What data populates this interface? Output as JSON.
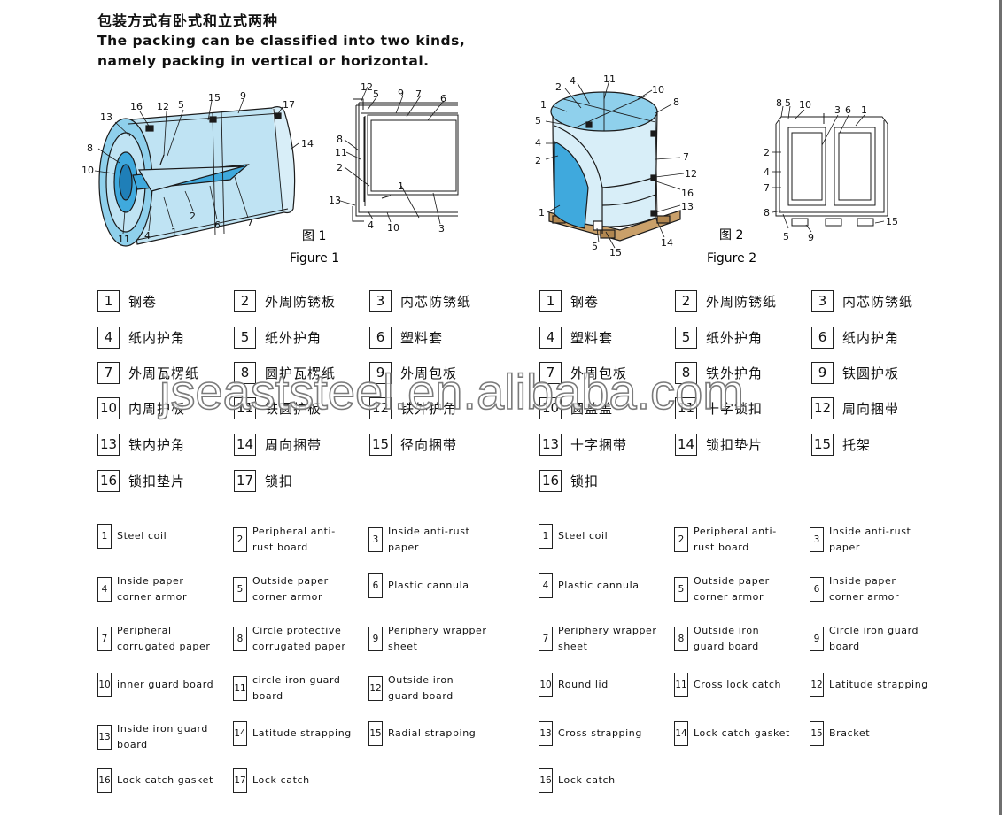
{
  "header": {
    "title_zh": "包装方式有卧式和立式两种",
    "title_en_line1": "The packing can be classified into two kinds,",
    "title_en_line2": "namely packing in vertical or horizontal."
  },
  "figure1": {
    "caption_zh": "图 1",
    "caption_en": "Figure 1",
    "coil_labels": [
      "13",
      "16",
      "12",
      "5",
      "15",
      "9",
      "17",
      "8",
      "10",
      "14",
      "11",
      "4",
      "1",
      "2",
      "6",
      "7"
    ],
    "section_labels": [
      "12",
      "5",
      "9",
      "7",
      "6",
      "8",
      "11",
      "2",
      "1",
      "13",
      "4",
      "10",
      "3"
    ]
  },
  "figure2": {
    "caption_zh": "图 2",
    "caption_en": "Figure 2",
    "coil_labels": [
      "2",
      "4",
      "11",
      "10",
      "1",
      "8",
      "5",
      "4",
      "2",
      "7",
      "12",
      "16",
      "13",
      "1",
      "14",
      "5",
      "15"
    ],
    "section_labels": [
      "8",
      "5",
      "10",
      "3",
      "6",
      "1",
      "2",
      "4",
      "7",
      "8",
      "5",
      "9",
      "15"
    ]
  },
  "legend_zh_fig1": [
    {
      "num": "1",
      "text": "钢卷"
    },
    {
      "num": "2",
      "text": "外周防锈板"
    },
    {
      "num": "3",
      "text": "内芯防锈纸"
    },
    {
      "num": "4",
      "text": "纸内护角"
    },
    {
      "num": "5",
      "text": "纸外护角"
    },
    {
      "num": "6",
      "text": "塑料套"
    },
    {
      "num": "7",
      "text": "外周瓦楞纸"
    },
    {
      "num": "8",
      "text": "圆护瓦楞纸"
    },
    {
      "num": "9",
      "text": "外周包板"
    },
    {
      "num": "10",
      "text": "内周护板"
    },
    {
      "num": "11",
      "text": "铁圆护板"
    },
    {
      "num": "12",
      "text": "铁外护角"
    },
    {
      "num": "13",
      "text": "铁内护角"
    },
    {
      "num": "14",
      "text": "周向捆带"
    },
    {
      "num": "15",
      "text": "径向捆带"
    },
    {
      "num": "16",
      "text": "锁扣垫片"
    },
    {
      "num": "17",
      "text": "锁扣"
    }
  ],
  "legend_zh_fig2": [
    {
      "num": "1",
      "text": "钢卷"
    },
    {
      "num": "2",
      "text": "外周防锈纸"
    },
    {
      "num": "3",
      "text": "内芯防锈纸"
    },
    {
      "num": "4",
      "text": "塑料套"
    },
    {
      "num": "5",
      "text": "纸外护角"
    },
    {
      "num": "6",
      "text": "纸内护角"
    },
    {
      "num": "7",
      "text": "外周包板"
    },
    {
      "num": "8",
      "text": "铁外护角"
    },
    {
      "num": "9",
      "text": "铁圆护板"
    },
    {
      "num": "10",
      "text": "圆盖盖"
    },
    {
      "num": "11",
      "text": "十字锁扣"
    },
    {
      "num": "12",
      "text": "周向捆带"
    },
    {
      "num": "13",
      "text": "十字捆带"
    },
    {
      "num": "14",
      "text": "锁扣垫片"
    },
    {
      "num": "15",
      "text": "托架"
    },
    {
      "num": "16",
      "text": "锁扣"
    }
  ],
  "legend_en_fig1": [
    {
      "num": "1",
      "text": "Steel coil"
    },
    {
      "num": "2",
      "text": "Peripheral anti-rust board"
    },
    {
      "num": "3",
      "text": "Inside anti-rust paper"
    },
    {
      "num": "4",
      "text": "Inside paper corner armor"
    },
    {
      "num": "5",
      "text": "Outside paper corner armor"
    },
    {
      "num": "6",
      "text": "Plastic cannula"
    },
    {
      "num": "7",
      "text": "Peripheral corrugated paper"
    },
    {
      "num": "8",
      "text": "Circle protective corrugated paper"
    },
    {
      "num": "9",
      "text": "Periphery wrapper sheet"
    },
    {
      "num": "10",
      "text": "inner guard board"
    },
    {
      "num": "11",
      "text": "circle iron guard board"
    },
    {
      "num": "12",
      "text": "Outside iron guard board"
    },
    {
      "num": "13",
      "text": "Inside iron guard board"
    },
    {
      "num": "14",
      "text": "Latitude strapping"
    },
    {
      "num": "15",
      "text": "Radial strapping"
    },
    {
      "num": "16",
      "text": "Lock catch gasket"
    },
    {
      "num": "17",
      "text": "Lock catch"
    }
  ],
  "legend_en_fig2": [
    {
      "num": "1",
      "text": "Steel coil"
    },
    {
      "num": "2",
      "text": "Peripheral anti-rust board"
    },
    {
      "num": "3",
      "text": "Inside anti-rust paper"
    },
    {
      "num": "4",
      "text": "Plastic cannula"
    },
    {
      "num": "5",
      "text": "Outside paper corner armor"
    },
    {
      "num": "6",
      "text": "Inside paper corner armor"
    },
    {
      "num": "7",
      "text": "Periphery wrapper sheet"
    },
    {
      "num": "8",
      "text": "Outside iron guard board"
    },
    {
      "num": "9",
      "text": "Circle iron guard board"
    },
    {
      "num": "10",
      "text": "Round lid"
    },
    {
      "num": "11",
      "text": "Cross lock catch"
    },
    {
      "num": "12",
      "text": "Latitude strapping"
    },
    {
      "num": "13",
      "text": "Cross strapping"
    },
    {
      "num": "14",
      "text": "Lock catch gasket"
    },
    {
      "num": "15",
      "text": "Bracket"
    },
    {
      "num": "16",
      "text": "Lock catch"
    }
  ],
  "watermark": "jseaststeel.en.alibaba.com",
  "colors": {
    "coil_light": "#bfe3f3",
    "coil_mid": "#8fd0ec",
    "coil_dark": "#3fa9dd",
    "pallet": "#c9a06a",
    "line": "#1a1a1a"
  }
}
